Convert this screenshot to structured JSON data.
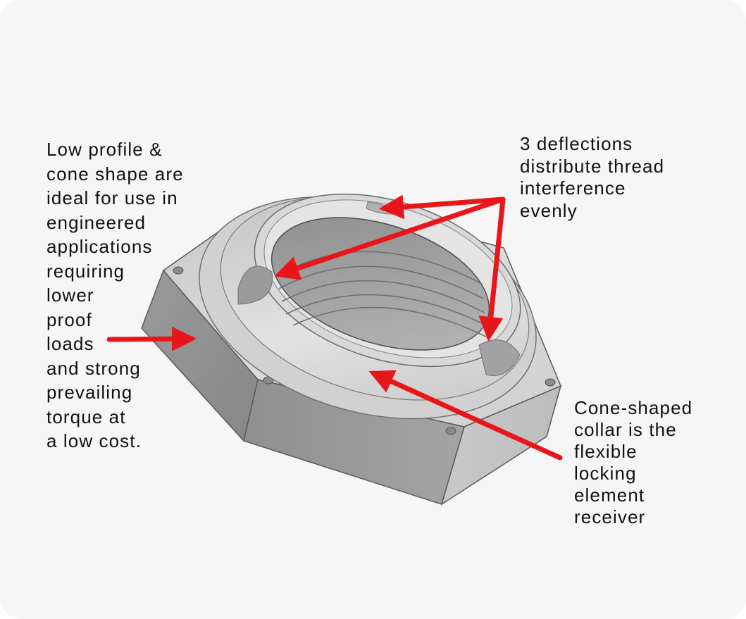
{
  "callouts": {
    "left": [
      "Low profile &",
      "cone shape are",
      "ideal for use in",
      "engineered",
      "applications",
      "requiring",
      "lower",
      "proof",
      "loads",
      "and strong",
      "prevailing",
      "torque at",
      "a low cost."
    ],
    "top_right": [
      "3 deflections",
      "distribute thread",
      "interference",
      "evenly"
    ],
    "bottom_right": [
      "Cone-shaped",
      "collar is the",
      "flexible",
      "locking",
      "element",
      "receiver"
    ]
  },
  "colors": {
    "background": "#f6f6f6",
    "arrow": "#e8161b",
    "text": "#111111",
    "metal_light": "#d4d4d4",
    "metal_dark": "#8e8e8e"
  },
  "icons": [
    "hex-nut-illustration",
    "pointer-arrow"
  ]
}
